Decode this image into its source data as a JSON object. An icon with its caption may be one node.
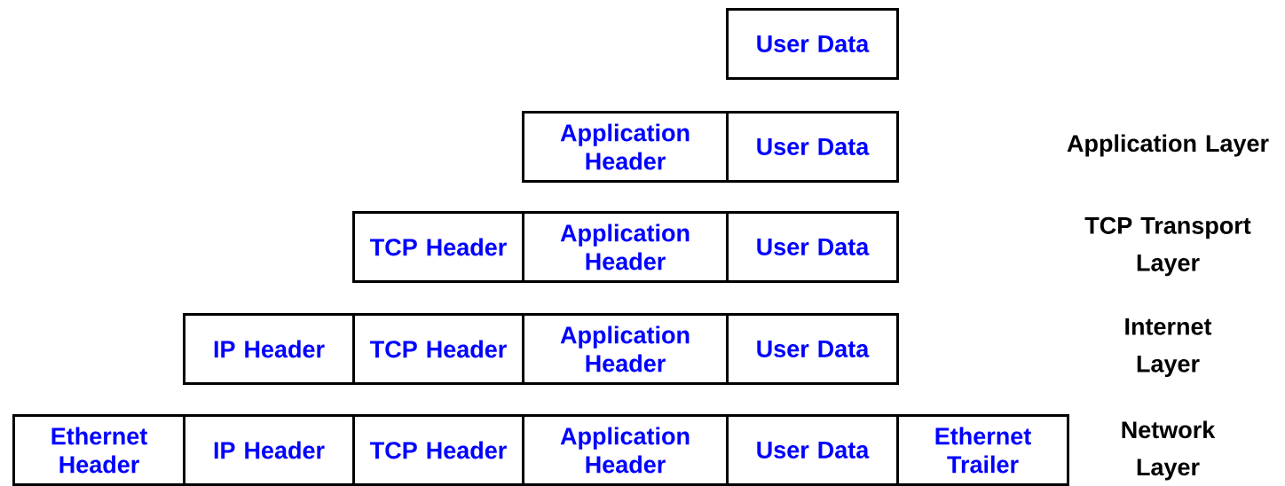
{
  "diagram": {
    "nodes": [
      {
        "text": [
          "User Data"
        ]
      },
      {
        "text": [
          "Application Header"
        ]
      },
      {
        "text": [
          "User Data"
        ]
      },
      {
        "text": [
          "TCP Header"
        ]
      },
      {
        "text": [
          "Application Header"
        ]
      },
      {
        "text": [
          "User Data"
        ]
      },
      {
        "text": [
          "IP Header"
        ]
      },
      {
        "text": [
          "TCP Header"
        ]
      },
      {
        "text": [
          "Application Header"
        ]
      },
      {
        "text": [
          "User Data"
        ]
      },
      {
        "text": [
          "Ethernet Header"
        ]
      },
      {
        "text": [
          "IP Header"
        ]
      },
      {
        "text": [
          "TCP Header"
        ]
      },
      {
        "text": [
          "Application Header"
        ]
      },
      {
        "text": [
          "User Data"
        ]
      },
      {
        "text": [
          "Ethernet Trailer"
        ]
      }
    ],
    "labels": [
      "Application Layer",
      "TCP Transport Layer",
      "Internet Layer",
      "Network Layer"
    ]
  }
}
